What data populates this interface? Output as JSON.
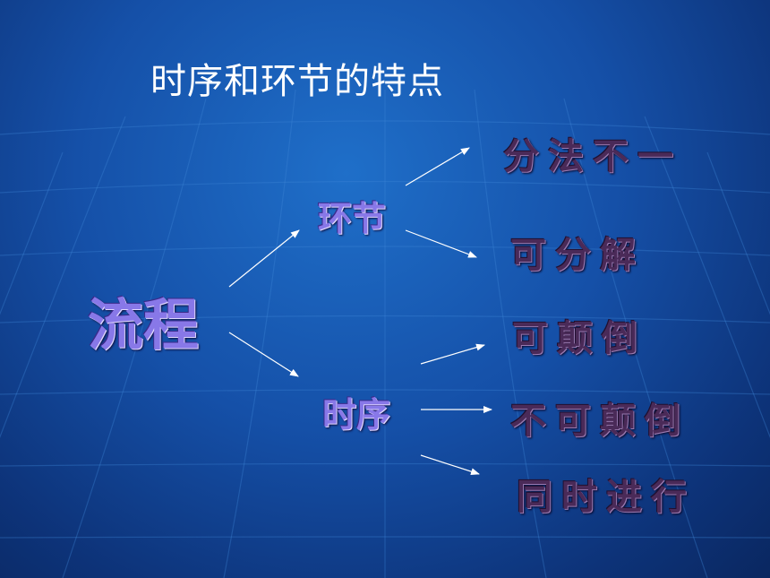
{
  "title": "时序和环节的特点",
  "diagram": {
    "root": "流程",
    "branches": [
      {
        "label": "环节",
        "children": [
          "分法不一",
          "可分解"
        ]
      },
      {
        "label": "时序",
        "children": [
          "可颠倒",
          "不可颠倒",
          "同时进行"
        ]
      }
    ]
  },
  "colors": {
    "background": "#1550a8",
    "title": "#ffffff",
    "node_purple": "#8878e8",
    "node_maroon": "#4a2a58",
    "arrow": "#ffffff"
  }
}
